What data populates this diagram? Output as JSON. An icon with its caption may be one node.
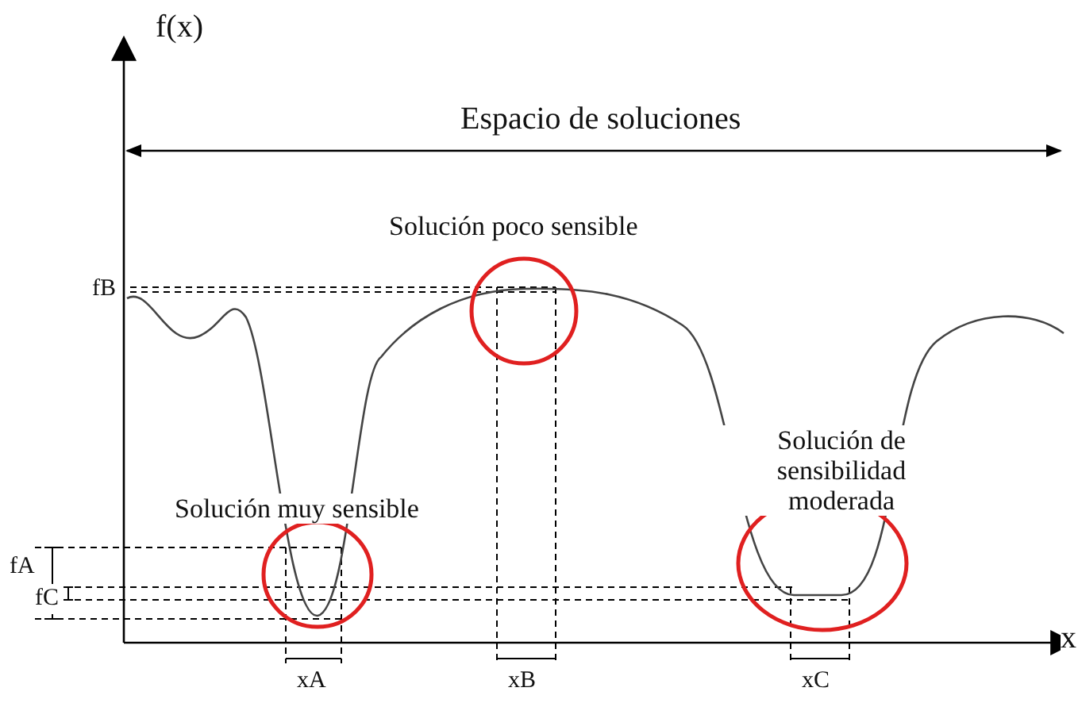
{
  "diagram": {
    "labels": [
      "f(x)",
      "Espacio de soluciones",
      "Solución poco sensible",
      "fB",
      "Solución de sensibilidad moderada",
      "Solución muy sensible",
      "fA",
      "fC",
      "xA",
      "xB",
      "xC",
      "x"
    ]
  }
}
